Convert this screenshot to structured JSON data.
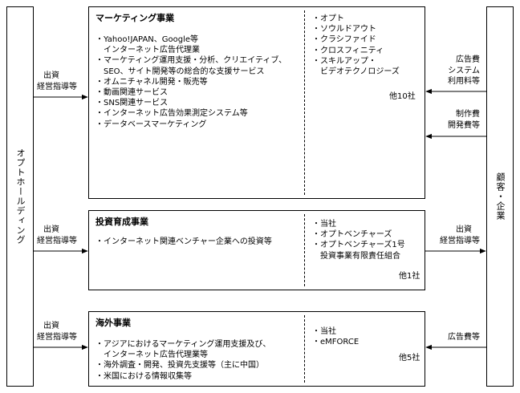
{
  "left_entity": "オプトホールディング",
  "right_entity": "顧客・企業",
  "segments": [
    {
      "title": "マーケティング事業",
      "items": [
        "・Yahoo!JAPAN、Google等",
        "　インターネット広告代理業",
        "・マーケティング運用支援・分析、クリエイティブ、",
        "　SEO、サイト開発等の総合的な支援サービス",
        "・オムニチャネル開発・販売等",
        "・動画関連サービス",
        "・SNS関連サービス",
        "・インターネット広告効果測定システム等",
        "・データベースマーケティング"
      ],
      "companies": [
        "・オプト",
        "・ソウルドアウト",
        "・クラシファイド",
        "・クロスフィニティ",
        "・スキルアップ・",
        "　ビデオテクノロジーズ"
      ],
      "others": "他10社",
      "left_flow": [
        "出資",
        "経営指導等"
      ],
      "right_flows": [
        [
          "広告費",
          "システム",
          "利用料等"
        ],
        [
          "制作費",
          "開発費等"
        ]
      ]
    },
    {
      "title": "投資育成事業",
      "items": [
        "・インターネット関連ベンチャー企業への投資等"
      ],
      "companies": [
        "・当社",
        "・オプトベンチャーズ",
        "・オプトベンチャーズ1号",
        "　投資事業有限責任組合"
      ],
      "others": "他1社",
      "left_flow": [
        "出資",
        "経営指導等"
      ],
      "right_flows": [
        [
          "出資",
          "経営指導等"
        ]
      ]
    },
    {
      "title": "海外事業",
      "items": [
        "・アジアにおけるマーケティング運用支援及び、",
        "　インターネット広告代理業等",
        "・海外調査・開発、投資先支援等（主に中国）",
        "・米国における情報収集等"
      ],
      "companies": [
        "・当社",
        "・eMFORCE"
      ],
      "others": "他5社",
      "left_flow": [
        "出資",
        "経営指導等"
      ],
      "right_flows": [
        [
          "広告費等"
        ]
      ]
    }
  ]
}
